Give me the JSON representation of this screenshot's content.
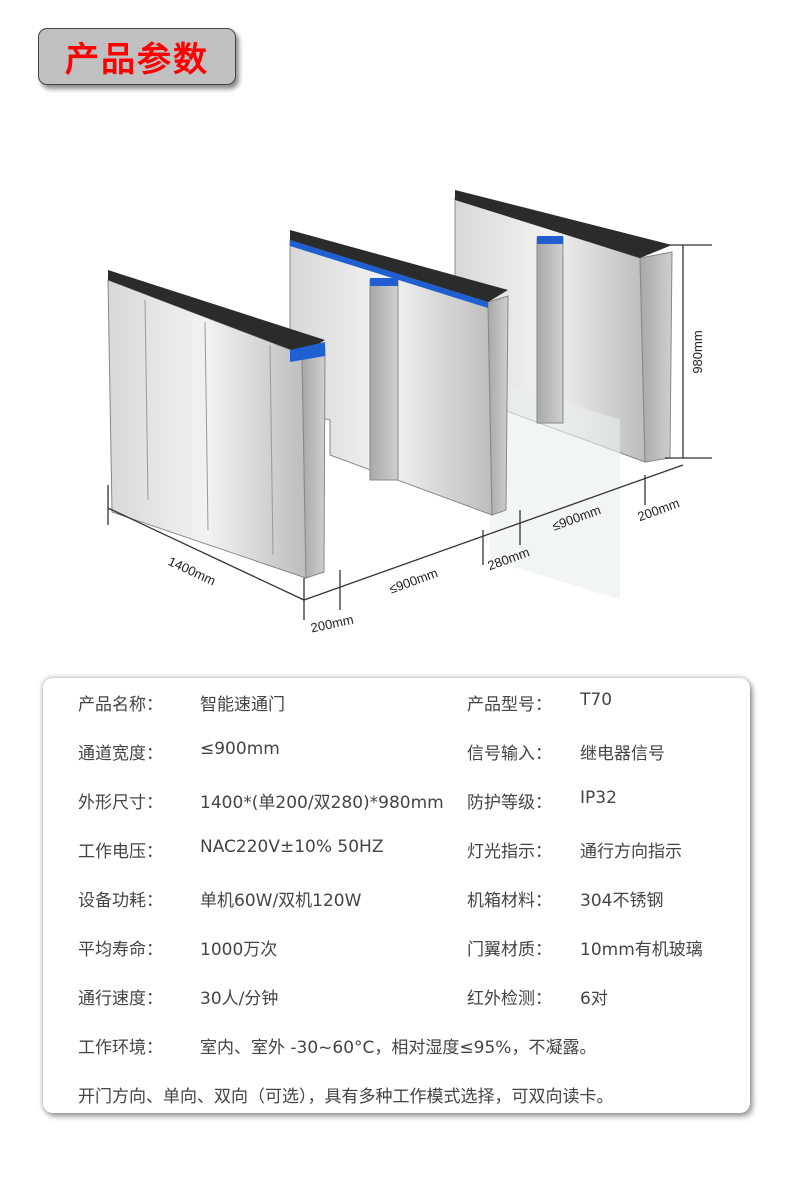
{
  "header": {
    "title": "产品参数"
  },
  "diagram": {
    "height_label": "980mm",
    "length_label": "1400mm",
    "front_width_label": "≤900mm",
    "front_single_label": "200mm",
    "middle_label": "280mm",
    "back_width_label": "≤900mm",
    "back_single_label": "200mm"
  },
  "specs": {
    "rows": [
      {
        "label1": "产品名称：",
        "value1": "智能速通门",
        "label2": "产品型号：",
        "value2": "T70"
      },
      {
        "label1": "通道宽度：",
        "value1": "≤900mm",
        "label2": "信号输入：",
        "value2": "继电器信号"
      },
      {
        "label1": "外形尺寸：",
        "value1": "1400*(单200/双280)*980mm",
        "label2": "防护等级：",
        "value2": "IP32"
      },
      {
        "label1": "工作电压：",
        "value1": "NAC220V±10% 50HZ",
        "label2": "灯光指示：",
        "value2": "通行方向指示"
      },
      {
        "label1": "设备功耗：",
        "value1": "单机60W/双机120W",
        "label2": "机箱材料：",
        "value2": "304不锈钢"
      },
      {
        "label1": "平均寿命：",
        "value1": "1000万次",
        "label2": "门翼材质：",
        "value2": "10mm有机玻璃"
      },
      {
        "label1": "通行速度：",
        "value1": "30人/分钟",
        "label2": "红外检测：",
        "value2": "6对"
      }
    ],
    "environment_label": "工作环境：",
    "environment_value": "室内、室外 -30~60°C，相对湿度≤95%，不凝露。",
    "note": "开门方向、单向、双向（可选），具有多种工作模式选择，可双向读卡。"
  }
}
